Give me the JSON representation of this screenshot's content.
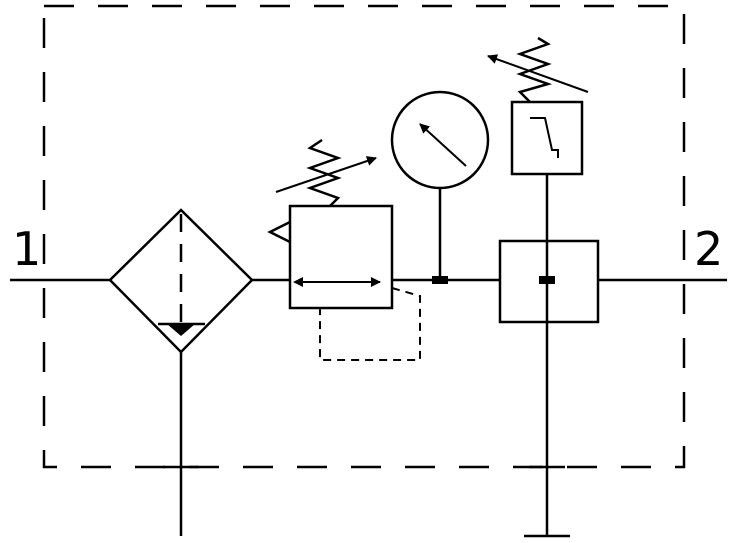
{
  "diagram": {
    "ports": {
      "inlet": "1",
      "outlet": "2"
    },
    "components": [
      "filter-with-manual-drain",
      "adjustable-pressure-regulator",
      "pressure-gauge",
      "adjustable-pressure-switch",
      "manifold-block"
    ],
    "colors": {
      "stroke": "#000000",
      "background": "#ffffff"
    }
  }
}
